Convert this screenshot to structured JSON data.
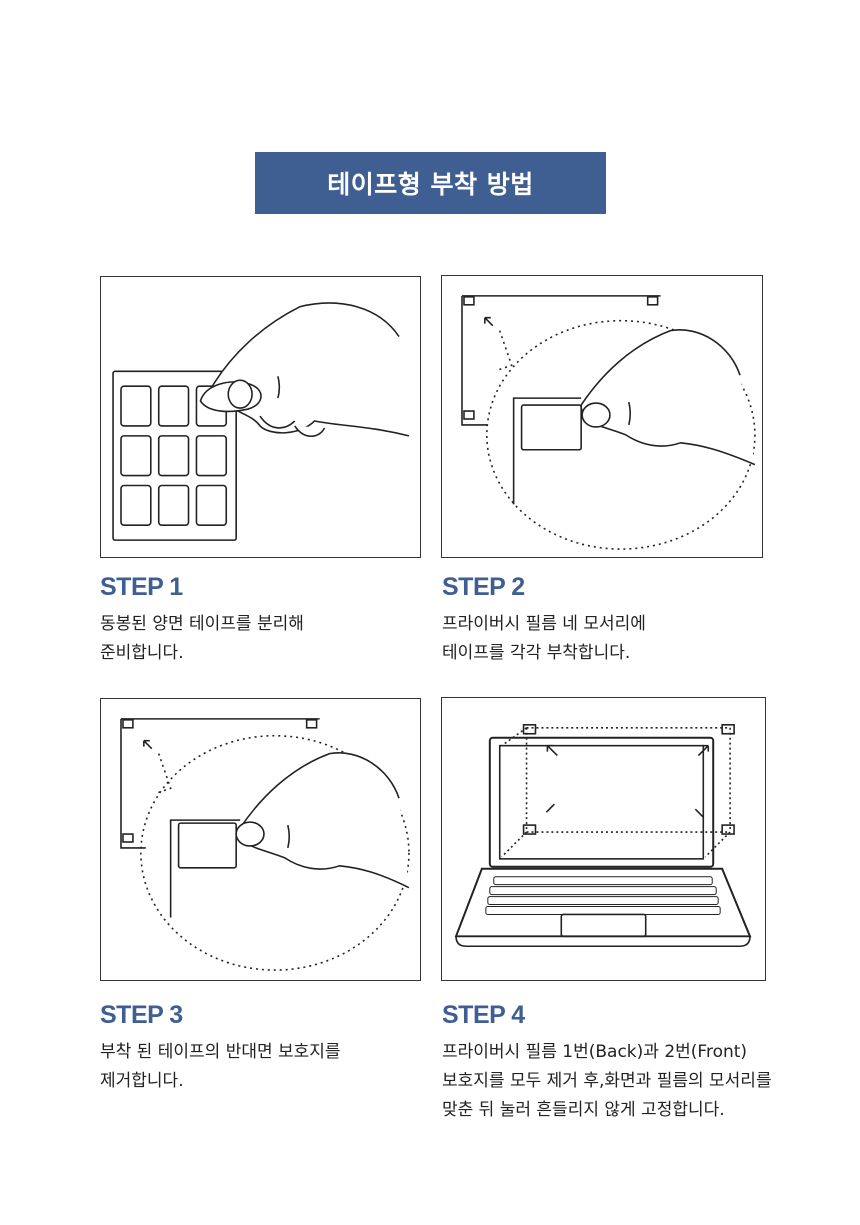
{
  "title": "테이프형 부착 방법",
  "steps": [
    {
      "label": "STEP 1",
      "lines": [
        "동봉된 양면 테이프를 분리해",
        "준비합니다."
      ]
    },
    {
      "label": "STEP 2",
      "lines": [
        "프라이버시 필름 네 모서리에",
        "테이프를 각각 부착합니다."
      ]
    },
    {
      "label": "STEP 3",
      "lines": [
        "부착 된 테이프의 반대면 보호지를",
        "제거합니다."
      ]
    },
    {
      "label": "STEP 4",
      "lines": [
        "프라이버시 필름 1번(Back)과 2번(Front)",
        "보호지를 모두 제거 후,화면과 필름의 모서리를",
        "맞춘 뒤 눌러 흔들리지 않게 고정합니다."
      ]
    }
  ],
  "colors": {
    "accent": "#3f5e91",
    "text": "#222222"
  }
}
